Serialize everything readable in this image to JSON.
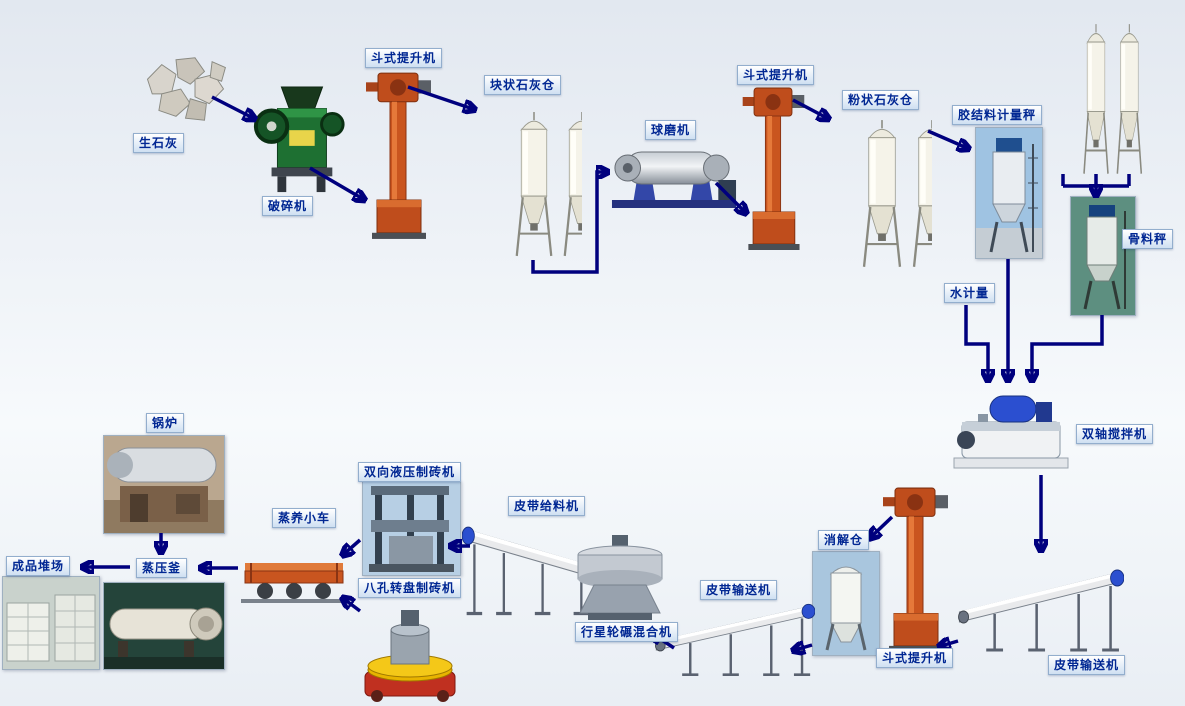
{
  "diagram": {
    "description": "Lime-sand brick production line process flow",
    "colors": {
      "arrow": "#00007e",
      "label_text": "#012793",
      "label_border": "#93aecd",
      "label_bg_top": "#ffffff",
      "label_bg_bottom": "#cfe0f2",
      "bg_top": "#e2e8f0",
      "bg_mid": "#eef2f7",
      "bg_bottom": "#e9eef4"
    },
    "nodes": [
      {
        "id": "quicklime",
        "label": "生石灰"
      },
      {
        "id": "crusher",
        "label": "破碎机"
      },
      {
        "id": "bucket-elevator-1",
        "label": "斗式提升机"
      },
      {
        "id": "lump-lime-silo",
        "label": "块状石灰仓"
      },
      {
        "id": "ball-mill",
        "label": "球磨机"
      },
      {
        "id": "bucket-elevator-2",
        "label": "斗式提升机"
      },
      {
        "id": "powder-lime-silo",
        "label": "粉状石灰仓"
      },
      {
        "id": "binder-metering-scale",
        "label": "胶结料计量秤"
      },
      {
        "id": "aggregate-scale",
        "label": "骨料秤"
      },
      {
        "id": "water-metering",
        "label": "水计量"
      },
      {
        "id": "twin-shaft-mixer",
        "label": "双轴搅拌机"
      },
      {
        "id": "digestion-silo",
        "label": "消解仓"
      },
      {
        "id": "bucket-elevator-3",
        "label": "斗式提升机"
      },
      {
        "id": "belt-conveyor-right",
        "label": "皮带输送机"
      },
      {
        "id": "belt-conveyor-mid",
        "label": "皮带输送机"
      },
      {
        "id": "belt-feeder",
        "label": "皮带给料机"
      },
      {
        "id": "planetary-mixer",
        "label": "行星轮碾混合机"
      },
      {
        "id": "hydraulic-brick-press",
        "label": "双向液压制砖机"
      },
      {
        "id": "rotary-brick-press",
        "label": "八孔转盘制砖机"
      },
      {
        "id": "curing-trolley",
        "label": "蒸养小车"
      },
      {
        "id": "autoclave",
        "label": "蒸压釜"
      },
      {
        "id": "boiler",
        "label": "锅炉"
      },
      {
        "id": "product-yard",
        "label": "成品堆场"
      }
    ]
  }
}
